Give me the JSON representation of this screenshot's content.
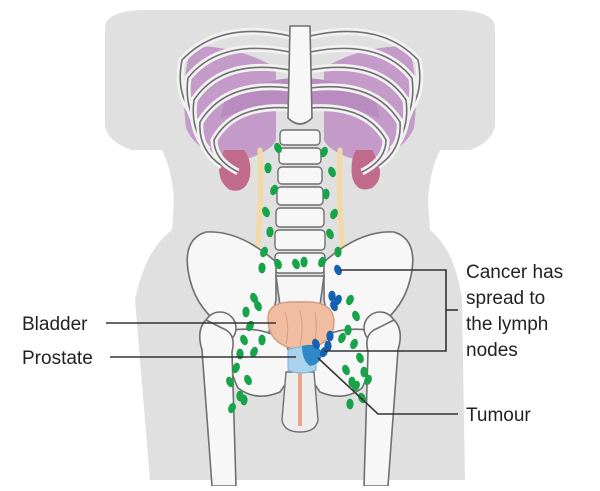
{
  "labels": {
    "bladder": "Bladder",
    "prostate": "Prostate",
    "cancer_line1": "Cancer has",
    "cancer_line2": "spread to",
    "cancer_line3": "the lymph",
    "cancer_line4": "nodes",
    "tumour": "Tumour"
  },
  "colors": {
    "body": "#e0e0e0",
    "bone": "#f7f7f7",
    "bone_outline": "#6f6f6f",
    "lungs": "#c39ac8",
    "kidneys": "#c06a8c",
    "ureters": "#f3d9a4",
    "bladder": "#f0bda0",
    "prostate": "#a8d3ea",
    "tumour": "#2f88c8",
    "lymph_nodes_normal": "#16a34a",
    "lymph_nodes_cancer": "#1560b0",
    "leader_lines": "#333333"
  }
}
